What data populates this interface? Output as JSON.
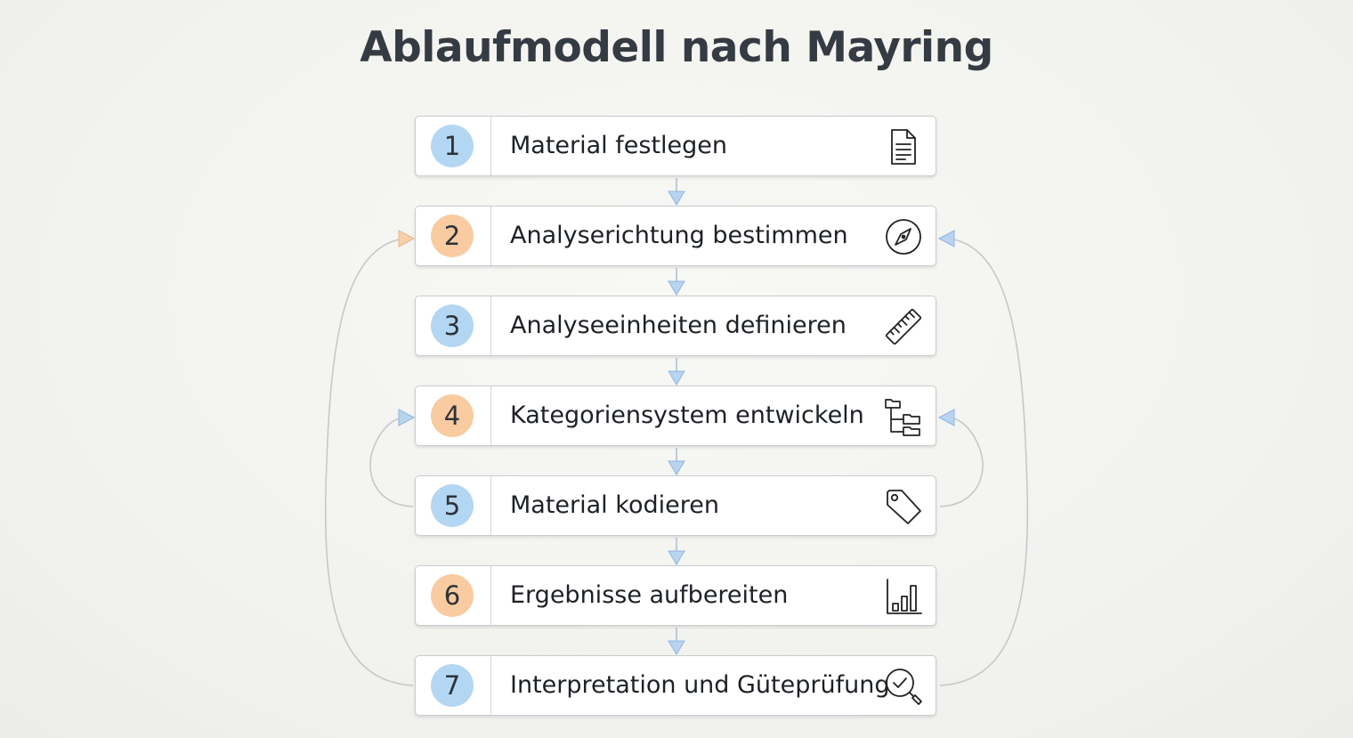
{
  "title": "Ablaufmodell nach Mayring",
  "steps": [
    {
      "number": "1",
      "label": "Material festlegen",
      "icon": "document-icon",
      "badge_color": "#b3d6f2"
    },
    {
      "number": "2",
      "label": "Analyserichtung bestimmen",
      "icon": "compass-icon",
      "badge_color": "#f8cba0"
    },
    {
      "number": "3",
      "label": "Analyseeinheiten definieren",
      "icon": "ruler-icon",
      "badge_color": "#b3d6f2"
    },
    {
      "number": "4",
      "label": "Kategoriensystem entwickeln",
      "icon": "folder-tree-icon",
      "badge_color": "#f8cba0"
    },
    {
      "number": "5",
      "label": "Material kodieren",
      "icon": "tag-icon",
      "badge_color": "#b3d6f2"
    },
    {
      "number": "6",
      "label": "Ergebnisse aufbereiten",
      "icon": "bar-chart-icon",
      "badge_color": "#f8cba0"
    },
    {
      "number": "7",
      "label": "Interpretation und Güteprüfung",
      "icon": "magnifier-check-icon",
      "badge_color": "#b3d6f2"
    }
  ],
  "colors": {
    "arrow_fill": "#b8d4ee",
    "arrow_stroke": "#8fb7df",
    "feedback_line": "#c3c6c9",
    "left_outer_arrowhead": "#f6d0ab"
  }
}
